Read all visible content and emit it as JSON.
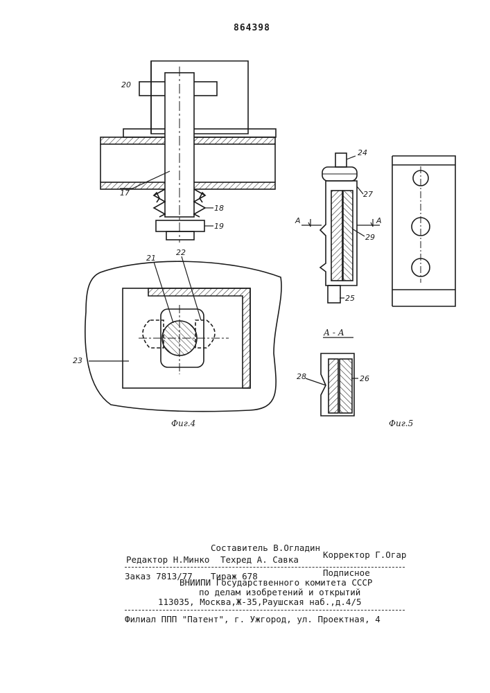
{
  "patent_number": "864398",
  "figures": {
    "fig4": {
      "caption": "Фиг.4",
      "labels": {
        "l17": "17",
        "l18": "18",
        "l19": "19",
        "l20": "20",
        "l21": "21",
        "l22": "22",
        "l23": "23"
      }
    },
    "fig5": {
      "caption": "Фиг.5",
      "section_title": "А - А",
      "section_mark_left": "А",
      "section_mark_right": "А",
      "labels": {
        "l24": "24",
        "l25": "25",
        "l26": "26",
        "l27": "27",
        "l28": "28",
        "l29": "29"
      }
    }
  },
  "colophon": {
    "compiler": "Составитель В.Огладин",
    "editor": "Редактор Н.Минко",
    "techred": "Техред А. Савка",
    "corrector": "Корректор Г.Огар",
    "order": "Заказ 7813/77",
    "print_run": "Тираж 678",
    "subscription": "Подписное",
    "institute_1": "ВНИИПИ Государственного комитета СССР",
    "institute_2": "по делам изобретений и открытий",
    "address": "113035, Москва,Ж-35,Раушская наб.,д.4/5",
    "branch": "Филиал ППП \"Патент\", г. Ужгород, ул. Проектная, 4"
  }
}
